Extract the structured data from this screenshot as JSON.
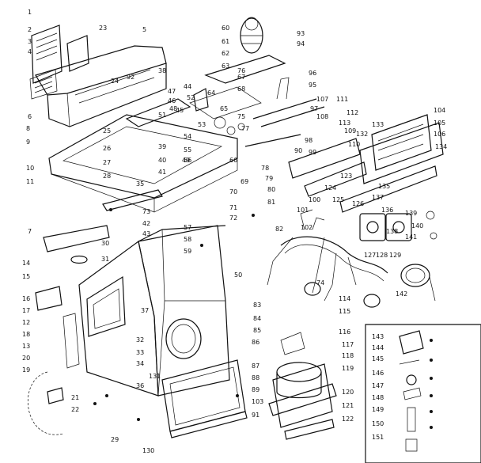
{
  "diagram": {
    "type": "exploded-parts-view",
    "part_numbers": [
      "1",
      "2",
      "3",
      "4",
      "5",
      "6",
      "7",
      "8",
      "9",
      "10",
      "11",
      "12",
      "13",
      "14",
      "15",
      "16",
      "17",
      "18",
      "19",
      "20",
      "21",
      "22",
      "23",
      "24",
      "25",
      "26",
      "27",
      "28",
      "29",
      "30",
      "31",
      "32",
      "33",
      "34",
      "35",
      "36",
      "37",
      "38",
      "39",
      "40",
      "41",
      "42",
      "43",
      "44",
      "45",
      "46",
      "47",
      "48",
      "49",
      "50",
      "51",
      "52",
      "53",
      "54",
      "55",
      "56",
      "57",
      "58",
      "59",
      "60",
      "61",
      "62",
      "63",
      "64",
      "65",
      "66",
      "67",
      "68",
      "69",
      "70",
      "71",
      "72",
      "73",
      "74",
      "75",
      "76",
      "77",
      "78",
      "79",
      "80",
      "81",
      "82",
      "83",
      "84",
      "85",
      "86",
      "87",
      "88",
      "89",
      "90",
      "91",
      "92",
      "93",
      "94",
      "95",
      "96",
      "97",
      "98",
      "99",
      "100",
      "101",
      "102",
      "103",
      "104",
      "105",
      "106",
      "107",
      "108",
      "109",
      "110",
      "111",
      "112",
      "113",
      "114",
      "115",
      "116",
      "117",
      "118",
      "119",
      "120",
      "121",
      "122",
      "123",
      "124",
      "125",
      "126",
      "127",
      "128",
      "129",
      "130",
      "131",
      "132",
      "133",
      "134",
      "135",
      "136",
      "137",
      "138",
      "139",
      "140",
      "141",
      "142",
      "143",
      "144",
      "145",
      "146",
      "147",
      "148",
      "149",
      "150",
      "151"
    ]
  }
}
